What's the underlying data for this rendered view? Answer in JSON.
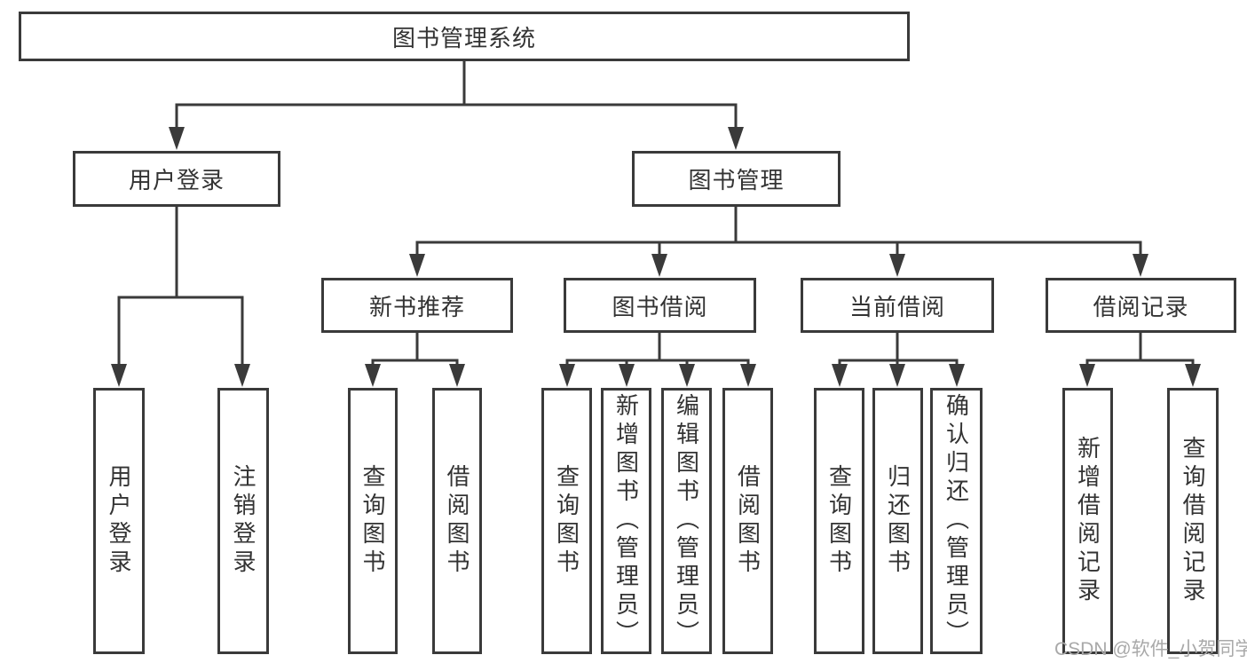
{
  "diagram": {
    "root": {
      "label": "图书管理系统"
    },
    "level2": [
      {
        "label": "用户登录"
      },
      {
        "label": "图书管理"
      }
    ],
    "level3": [
      {
        "label": "新书推荐"
      },
      {
        "label": "图书借阅"
      },
      {
        "label": "当前借阅"
      },
      {
        "label": "借阅记录"
      }
    ],
    "leaves": [
      {
        "label": "用户登录"
      },
      {
        "label": "注销登录"
      },
      {
        "label": "查询图书"
      },
      {
        "label": "借阅图书"
      },
      {
        "label": "查询图书"
      },
      {
        "label": "新增图书（管理员）"
      },
      {
        "label": "编辑图书（管理员）"
      },
      {
        "label": "借阅图书"
      },
      {
        "label": "查询图书"
      },
      {
        "label": "归还图书"
      },
      {
        "label": "确认归还（管理员）"
      },
      {
        "label": "新增借阅记录"
      },
      {
        "label": "查询借阅记录"
      }
    ],
    "colors": {
      "line": "#3a3a3a",
      "text": "#333333",
      "background": "#ffffff",
      "watermark": "#a9a9a9"
    }
  },
  "watermark": {
    "text": "CSDN @软件_小贺同学"
  }
}
